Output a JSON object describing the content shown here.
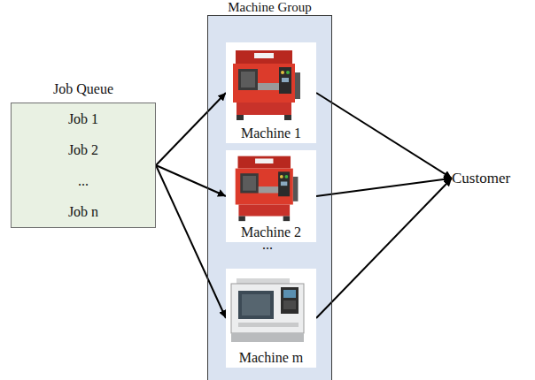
{
  "diagram": {
    "nodes": [
      {
        "text": [
          "Job Queue",
          "Job 1",
          "Job 2",
          "...",
          "Job n"
        ]
      },
      {
        "text": [
          "Machine Group"
        ]
      },
      {
        "text": [
          "Machine 1"
        ],
        "in": 1
      },
      {
        "text": [
          "Machine 2"
        ],
        "in": 1
      },
      {
        "text": [
          "Machine m"
        ],
        "in": 1
      },
      {
        "text": [
          "Customer"
        ]
      }
    ],
    "edges": [
      {
        "from": 0,
        "to": 2,
        "arrow": "to"
      },
      {
        "from": 0,
        "to": 3,
        "arrow": "to"
      },
      {
        "from": 0,
        "to": 4,
        "arrow": "to"
      },
      {
        "from": 2,
        "to": 5,
        "arrow": "to"
      },
      {
        "from": 3,
        "to": 5,
        "arrow": "to"
      },
      {
        "from": 4,
        "to": 5,
        "arrow": "to"
      }
    ],
    "labels": [
      "..."
    ]
  }
}
